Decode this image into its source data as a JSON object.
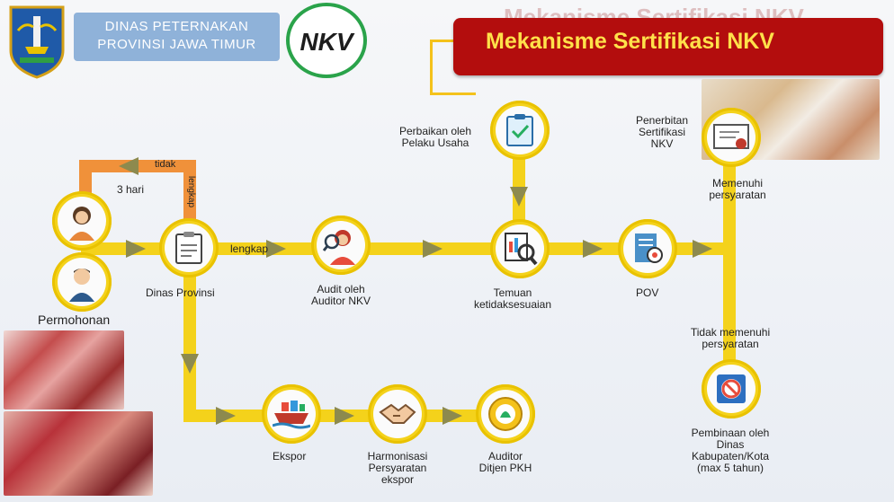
{
  "header": {
    "agency_line1": "DINAS PETERNAKAN",
    "agency_line2": "PROVINSI JAWA TIMUR",
    "logo_text": "NKV",
    "title": "Mekanisme Sertifikasi NKV",
    "title_shadow": "Mekanisme Sertifikasi NKV"
  },
  "colors": {
    "flow": "#f4d21b",
    "arrow": "#8d8a4e",
    "return_path": "#f0913a",
    "title_bg": "#b30d0d",
    "title_text": "#ffe14a",
    "agency_box": "#8fb2d9"
  },
  "flow": {
    "applicant_label": "Permohonan",
    "return_label": "tidak",
    "return_vertical_label": "lengkap",
    "days_label": "3 hari",
    "complete_label": "lengkap",
    "nodes": {
      "dinas": "Dinas Provinsi",
      "audit_line1": "Audit oleh",
      "audit_line2": "Auditor NKV",
      "temuan_line1": "Temuan",
      "temuan_line2": "ketidaksesuaian",
      "perbaikan_line1": "Perbaikan oleh",
      "perbaikan_line2": "Pelaku Usaha",
      "pov": "POV",
      "penerbitan_line1": "Penerbitan",
      "penerbitan_line2": "Sertifikasi",
      "penerbitan_line3": "NKV",
      "memenuhi_line1": "Memenuhi",
      "memenuhi_line2": "persyaratan",
      "tidak_line1": "Tidak memenuhi",
      "tidak_line2": "persyaratan",
      "pembinaan_line1": "Pembinaan oleh",
      "pembinaan_line2": "Dinas",
      "pembinaan_line3": "Kabupaten/Kota",
      "pembinaan_line4": "(max 5 tahun)",
      "ekspor": "Ekspor",
      "harmonisasi_line1": "Harmonisasi",
      "harmonisasi_line2": "Persyaratan",
      "harmonisasi_line3": "ekspor",
      "auditor_line1": "Auditor",
      "auditor_line2": "Ditjen PKH"
    }
  },
  "icons": [
    "east-java-crest-icon",
    "nkv-logo-icon",
    "woman-applicant-icon",
    "man-applicant-icon",
    "clipboard-icon",
    "auditor-woman-icon",
    "checklist-clipboard-icon",
    "document-magnifier-icon",
    "document-eye-icon",
    "certificate-icon",
    "no-entry-icon",
    "ship-icon",
    "handshake-icon",
    "ditjen-seal-icon"
  ]
}
